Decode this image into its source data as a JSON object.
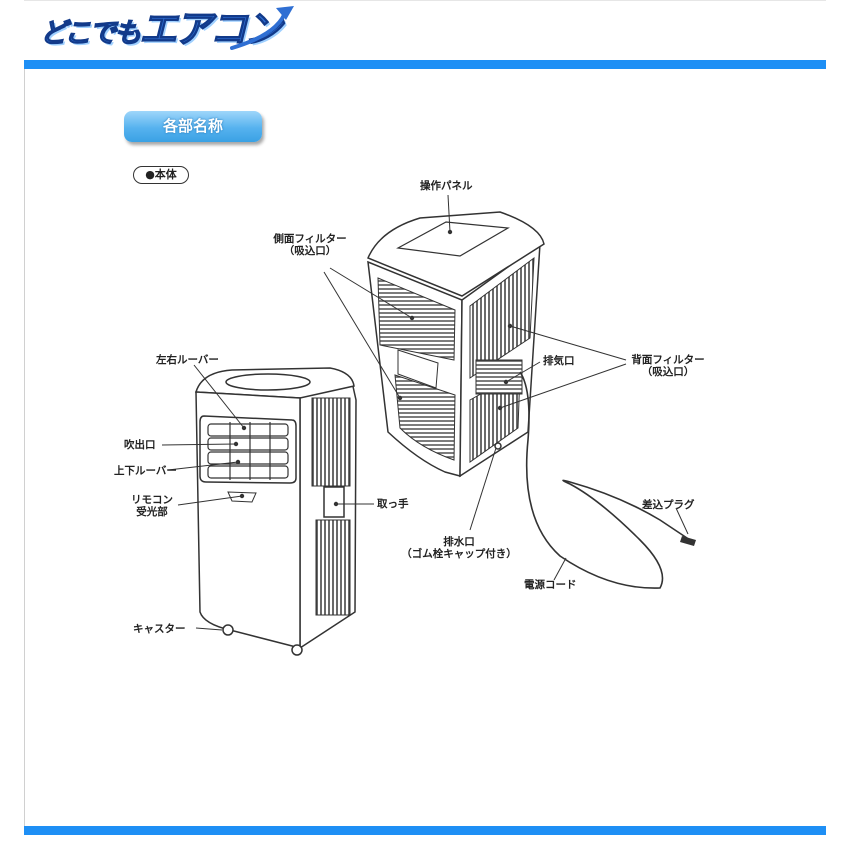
{
  "header": {
    "logo_text_small": "どこでも",
    "logo_text_big": "エアコン"
  },
  "section": {
    "title": "各部名称",
    "subsection_tag": "●本体"
  },
  "labels": {
    "operation_panel": "操作パネル",
    "side_filter": "側面フィルター",
    "side_filter_sub": "（吸込口）",
    "lr_louver": "左右ルーバー",
    "outlet": "吹出口",
    "ud_louver": "上下ルーバー",
    "remote_receiver_1": "リモコン",
    "remote_receiver_2": "受光部",
    "handle": "取っ手",
    "caster": "キャスター",
    "exhaust": "排気口",
    "back_filter": "背面フィルター",
    "back_filter_sub": "（吸込口）",
    "drain": "排水口",
    "drain_sub": "（ゴム栓キャップ付き）",
    "power_cord": "電源コード",
    "plug": "差込プラグ"
  }
}
